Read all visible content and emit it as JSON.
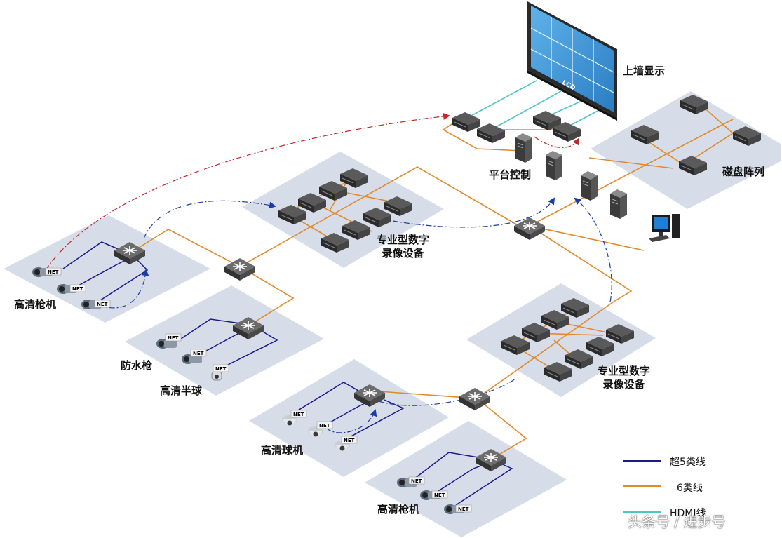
{
  "labels": {
    "wall_display": "上墙显示",
    "platform_control": "平台控制",
    "disk_array": "磁盘阵列",
    "nvr_top": "专业型数字\n录像设备",
    "nvr_bottom": "专业型数字\n录像设备",
    "hd_bullet_left": "高清枪机",
    "waterproof_gun": "防水枪",
    "hd_half_dome": "高清半球",
    "hd_dome": "高清球机",
    "hd_bullet_bottom": "高清枪机"
  },
  "screen_text": "LCD",
  "camera_tag": "NET",
  "legend": {
    "items": [
      {
        "label": "超5类线",
        "color": "#1a1a8c"
      },
      {
        "label": "6类线",
        "color": "#e08a2c"
      },
      {
        "label": "HDMI线",
        "color": "#4fc4c8"
      }
    ]
  },
  "watermark": "头条号 / 进步号",
  "colors": {
    "zone": "#d6dde9",
    "cat5e": "#1a1a8c",
    "cat6": "#e08a2c",
    "hdmi": "#4fc4c8",
    "flow_blue": "#1a3ca8",
    "flow_red": "#c0282a"
  }
}
